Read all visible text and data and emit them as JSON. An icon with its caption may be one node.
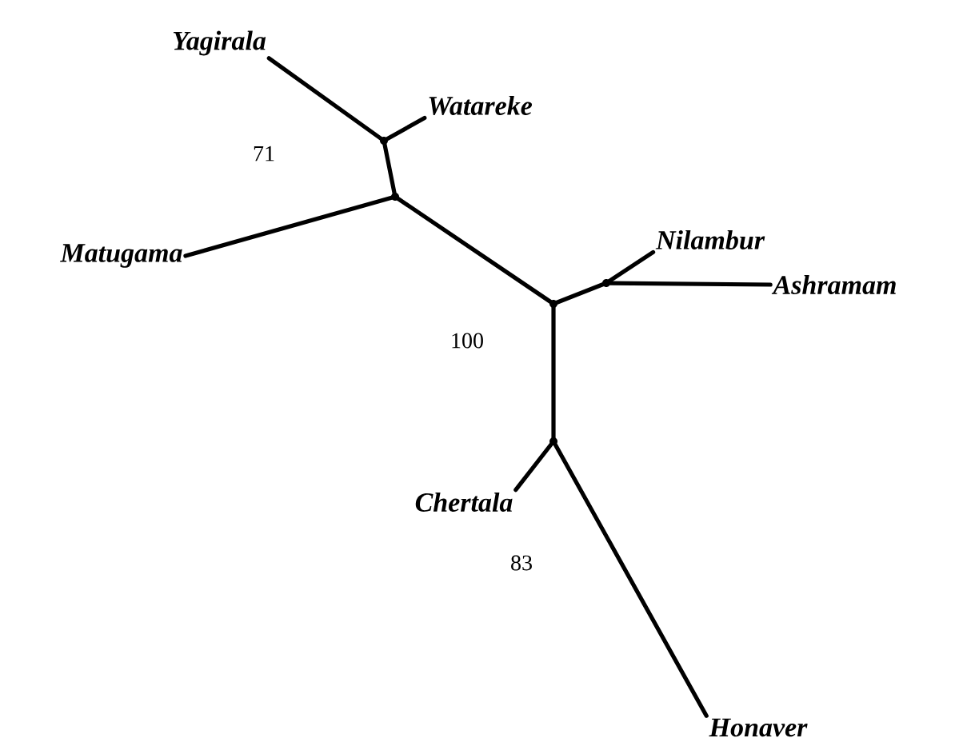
{
  "diagram": {
    "nodes": [
      {
        "text": [
          "Yagirala"
        ]
      },
      {
        "text": [
          "Watareke"
        ]
      },
      {
        "text": [
          "Matugama"
        ]
      },
      {
        "text": [
          "Nilambur"
        ]
      },
      {
        "text": [
          "Ashramam"
        ]
      },
      {
        "text": [
          "Chertala"
        ]
      },
      {
        "text": [
          "Honaver"
        ]
      },
      {
        "text": [],
        "shape": "point"
      },
      {
        "text": [],
        "shape": "point"
      },
      {
        "text": [],
        "shape": "point"
      },
      {
        "text": [],
        "shape": "point"
      },
      {
        "text": [],
        "shape": "point"
      }
    ],
    "edges": [
      {
        "from": 7,
        "to": 0,
        "arrow": "none"
      },
      {
        "from": 7,
        "to": 1,
        "arrow": "none"
      },
      {
        "from": 8,
        "to": 7,
        "arrow": "none"
      },
      {
        "from": 8,
        "to": 2,
        "arrow": "none"
      },
      {
        "from": 8,
        "to": 9,
        "arrow": "none"
      },
      {
        "from": 9,
        "to": 10,
        "arrow": "none"
      },
      {
        "from": 10,
        "to": 3,
        "arrow": "none"
      },
      {
        "from": 10,
        "to": 4,
        "arrow": "none"
      },
      {
        "from": 9,
        "to": 11,
        "arrow": "none"
      },
      {
        "from": 11,
        "to": 5,
        "arrow": "none"
      },
      {
        "from": 11,
        "to": 6,
        "arrow": "none"
      }
    ],
    "labels": [
      "71",
      "100",
      "83"
    ]
  }
}
